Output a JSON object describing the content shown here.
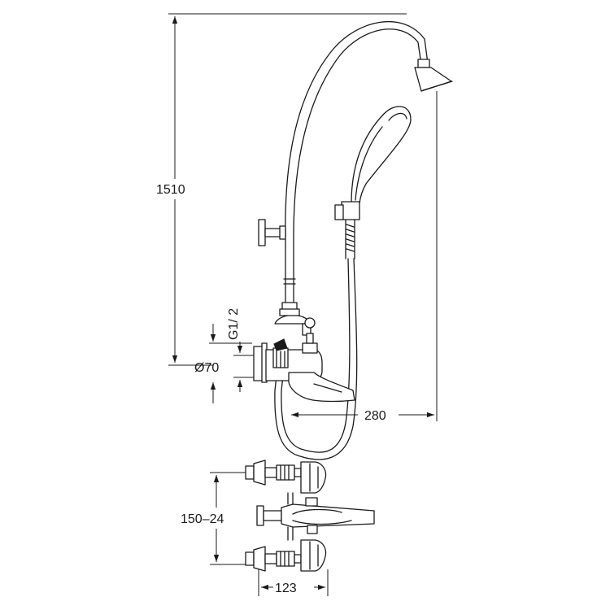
{
  "dimensions": {
    "total_height": "1510",
    "thread": "G1/ 2",
    "diameter": "Ø70",
    "projection": "280",
    "centres": "150–24",
    "depth": "123"
  },
  "colors": {
    "line": "#1a1a1a",
    "background": "#ffffff"
  }
}
